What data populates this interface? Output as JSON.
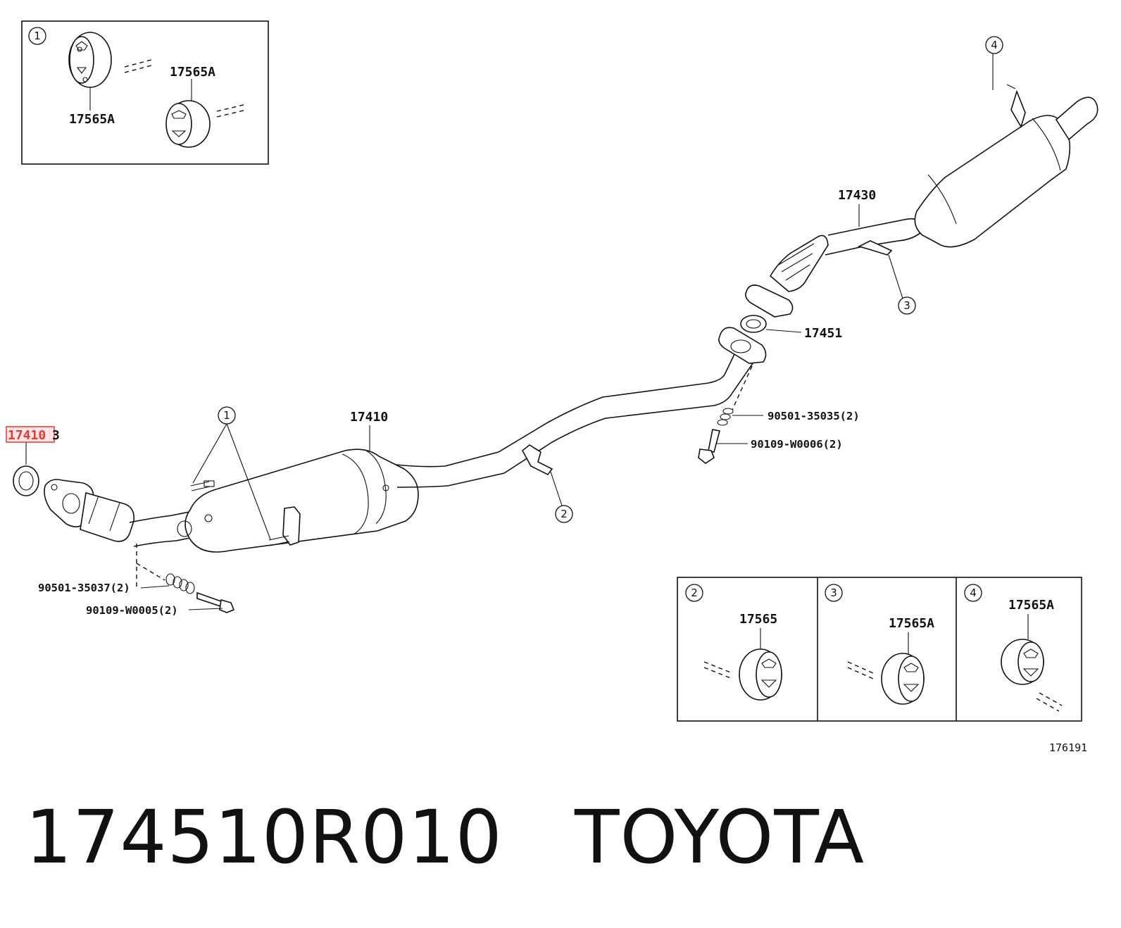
{
  "callouts": [
    "1",
    "2",
    "3",
    "4"
  ],
  "parts": {
    "p17565A_top": "17565A",
    "p17565A_left": "17565A",
    "p17430": "17430",
    "p17451": "17451",
    "p17410": "17410",
    "p17410_highlight": "17410",
    "p17410_suffix": "3",
    "p90501_35035": "90501-35035(2)",
    "p90109_W0006": "90109-W0006(2)",
    "p90501_35037": "90501-35037(2)",
    "p90109_W0005": "90109-W0005(2)",
    "p17565": "17565",
    "p17565A_box3": "17565A",
    "p17565A_box4": "17565A"
  },
  "reference_number": "176191",
  "caption": {
    "part_number": "174510R010",
    "brand": "TOYOTA"
  }
}
